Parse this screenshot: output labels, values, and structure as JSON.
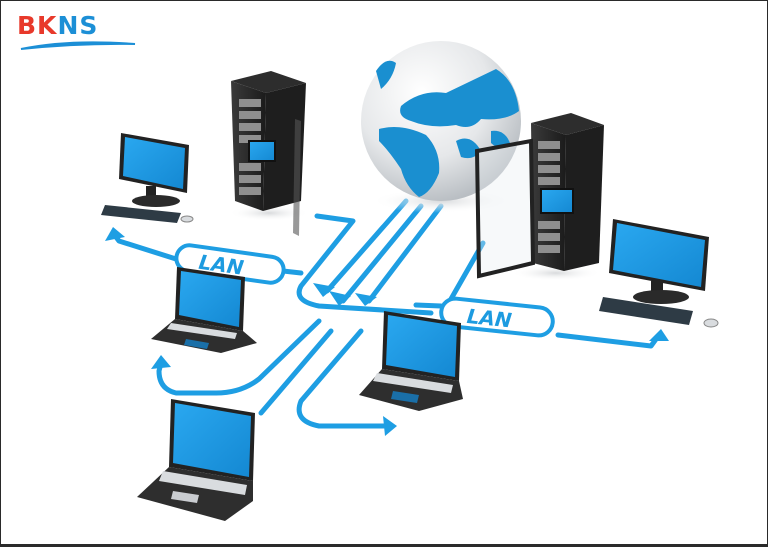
{
  "logo": {
    "part1": "BK",
    "part2": "NS",
    "colors": {
      "bk": "#e8392b",
      "ns": "#1c8fd6"
    }
  },
  "diagram": {
    "title": "LAN network diagram",
    "lan_labels": [
      {
        "id": "lan-left",
        "text": "LAN"
      },
      {
        "id": "lan-right",
        "text": "LAN"
      }
    ],
    "nodes": [
      {
        "id": "globe",
        "type": "globe-icon"
      },
      {
        "id": "server-left",
        "type": "server-rack-icon"
      },
      {
        "id": "server-right",
        "type": "server-rack-icon"
      },
      {
        "id": "desktop-left",
        "type": "desktop-computer-icon"
      },
      {
        "id": "desktop-right",
        "type": "desktop-computer-icon"
      },
      {
        "id": "laptop-top-left",
        "type": "laptop-icon"
      },
      {
        "id": "laptop-center",
        "type": "laptop-icon"
      },
      {
        "id": "laptop-bottom-left",
        "type": "laptop-icon"
      }
    ],
    "colors": {
      "cable": "#1e9ee3",
      "screen": "#1c9be6",
      "device_dark": "#2b2b2b",
      "globe_land": "#1a8fd0",
      "globe_sea": "#e9ecef"
    }
  }
}
